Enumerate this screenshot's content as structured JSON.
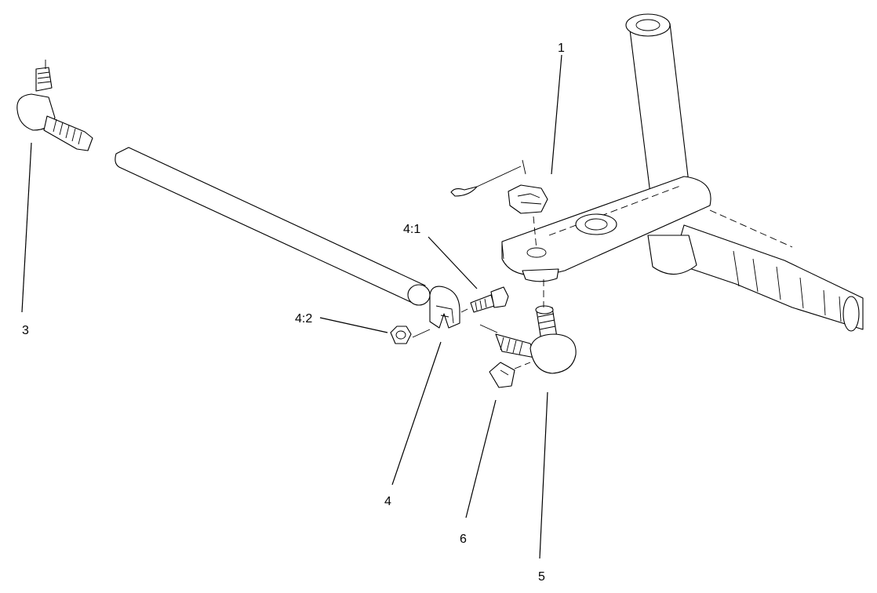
{
  "callouts": {
    "c1": "1",
    "c3": "3",
    "c4": "4",
    "c4_1": "4:1",
    "c4_2": "4:2",
    "c5": "5",
    "c6": "6"
  },
  "parts": [
    {
      "callout": "1",
      "icon": "castle-nut-with-cotter-pin"
    },
    {
      "callout": "3",
      "icon": "tie-rod-end-left"
    },
    {
      "callout": "4",
      "icon": "clamp"
    },
    {
      "callout": "4:1",
      "icon": "bolt"
    },
    {
      "callout": "4:2",
      "icon": "hex-nut"
    },
    {
      "callout": "5",
      "icon": "tie-rod-end-right"
    },
    {
      "callout": "6",
      "icon": "grease-fitting"
    }
  ],
  "colors": {
    "line": "#000000",
    "background": "#ffffff"
  }
}
